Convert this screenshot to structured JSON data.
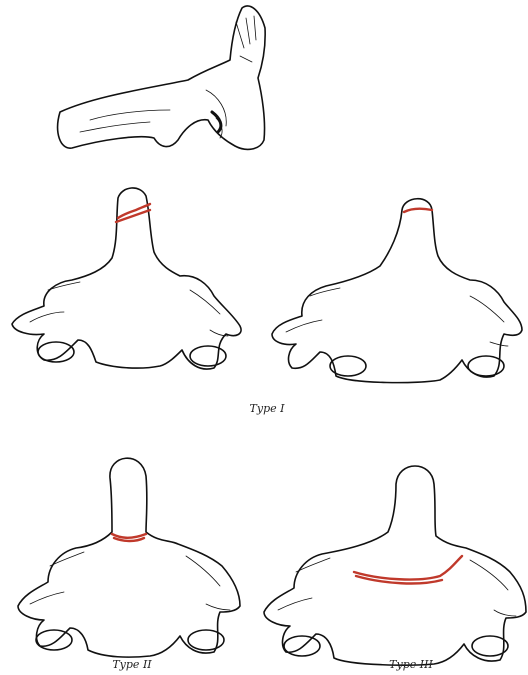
{
  "labels": {
    "type_i": "Type I",
    "type_ii": "Type II",
    "type_iii": "Type III"
  },
  "colors": {
    "line": "#111111",
    "fracture": "#c0392b",
    "background": "#ffffff"
  }
}
